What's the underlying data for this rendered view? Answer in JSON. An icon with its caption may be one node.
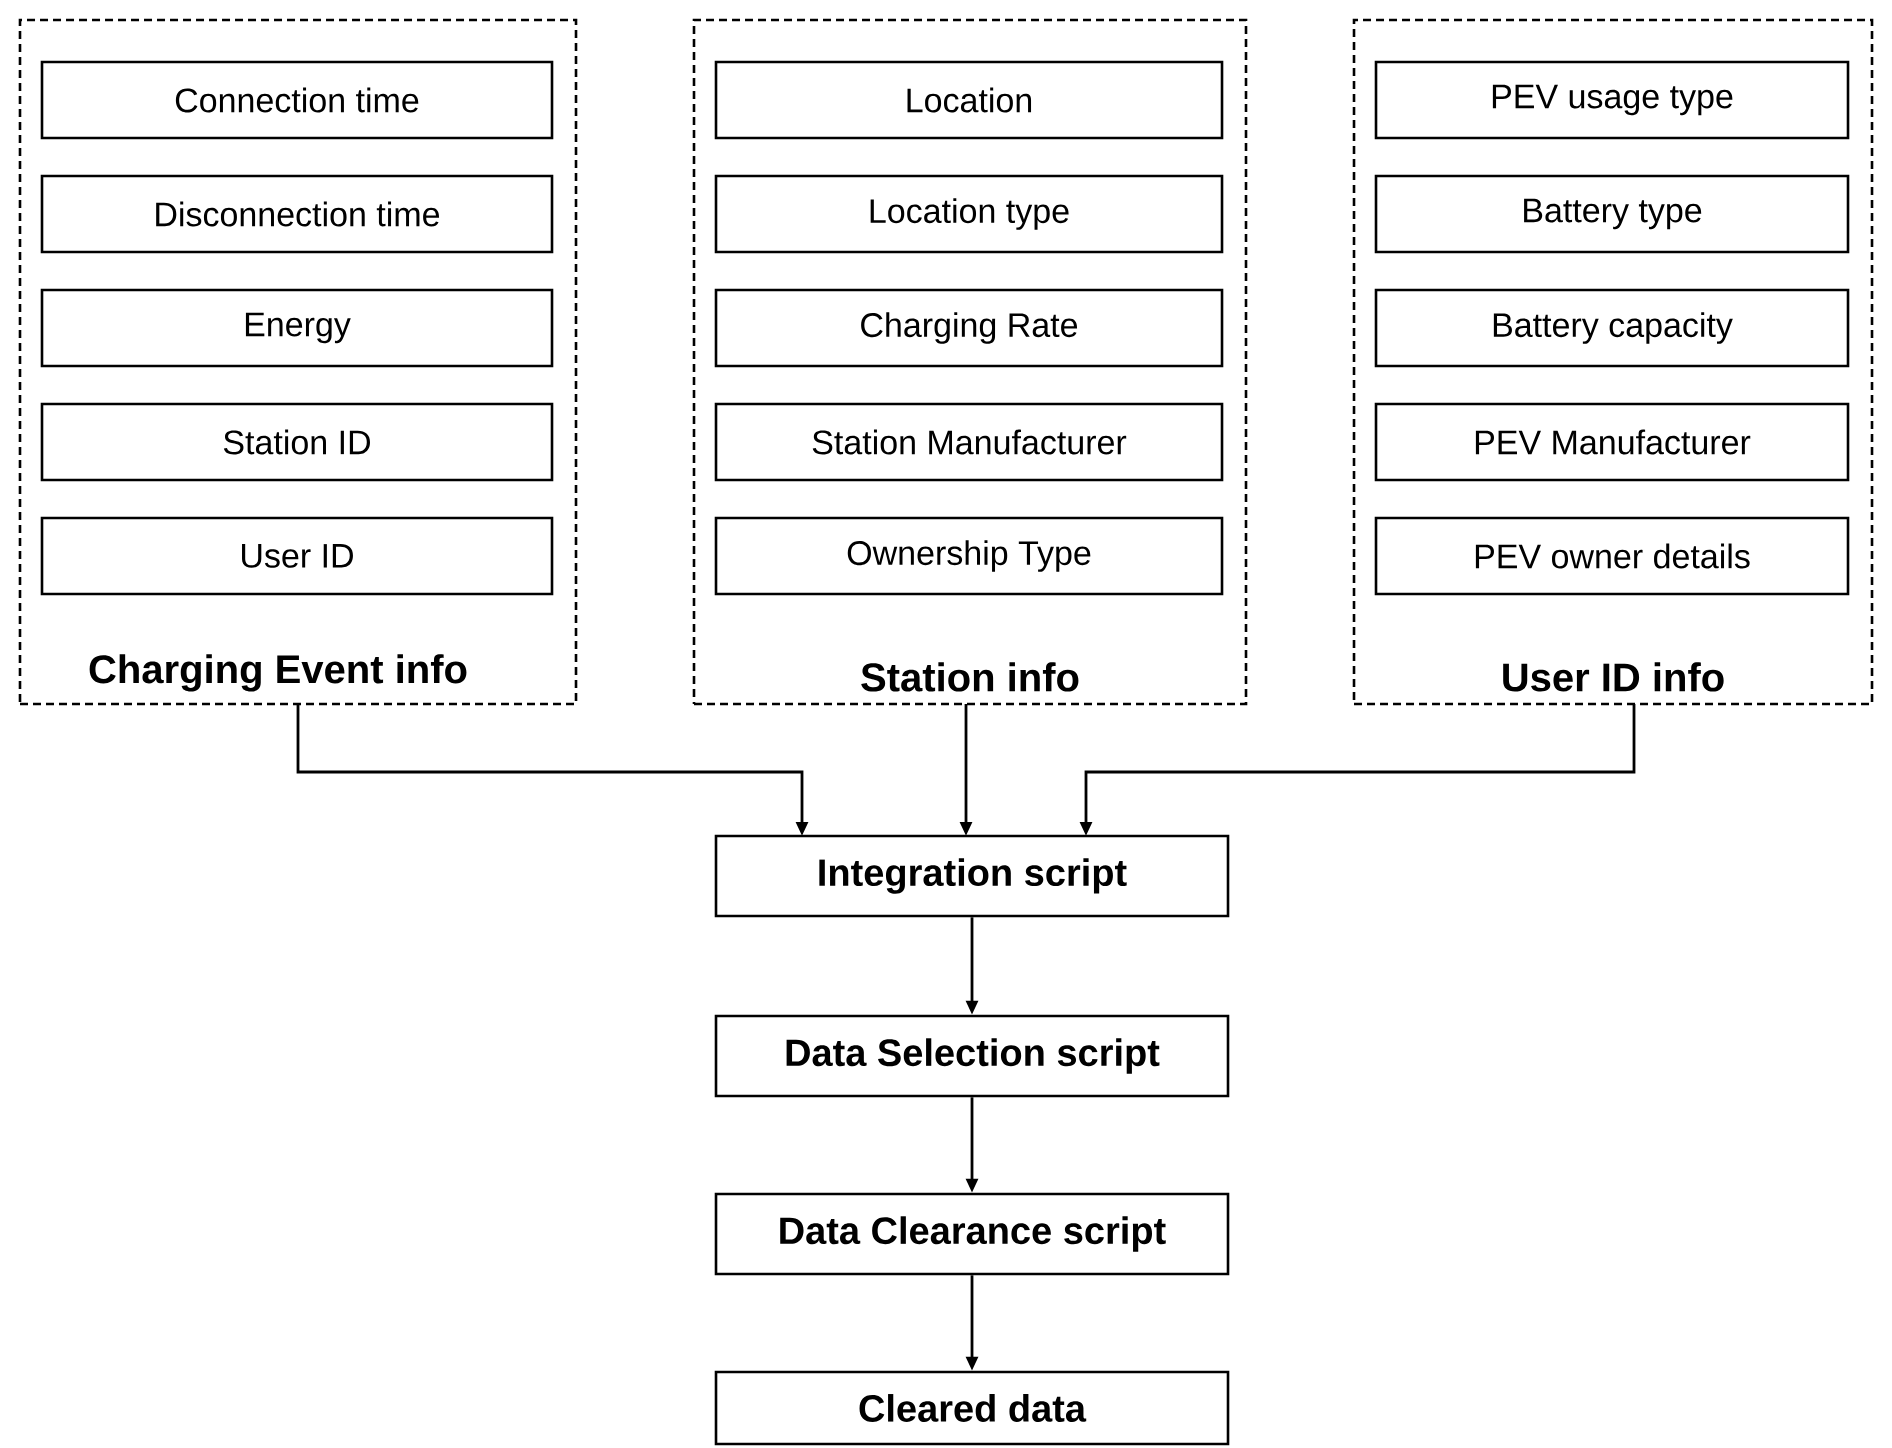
{
  "diagram": {
    "nodes": [
      {
        "text": [
          "Charging Event info"
        ]
      },
      {
        "text": [
          "Connection time"
        ],
        "in": 0
      },
      {
        "text": [
          "Disconnection time"
        ],
        "in": 0
      },
      {
        "text": [
          "Energy"
        ],
        "in": 0
      },
      {
        "text": [
          "Station ID"
        ],
        "in": 0
      },
      {
        "text": [
          "User ID"
        ],
        "in": 0
      },
      {
        "text": [
          "Station info"
        ]
      },
      {
        "text": [
          "Location"
        ],
        "in": 6
      },
      {
        "text": [
          "Location type"
        ],
        "in": 6
      },
      {
        "text": [
          "Charging Rate"
        ],
        "in": 6
      },
      {
        "text": [
          "Station Manufacturer"
        ],
        "in": 6
      },
      {
        "text": [
          "Ownership Type"
        ],
        "in": 6
      },
      {
        "text": [
          "User ID info"
        ]
      },
      {
        "text": [
          "PEV usage type"
        ],
        "in": 12
      },
      {
        "text": [
          "Battery type"
        ],
        "in": 12
      },
      {
        "text": [
          "Battery capacity"
        ],
        "in": 12
      },
      {
        "text": [
          "PEV Manufacturer"
        ],
        "in": 12
      },
      {
        "text": [
          "PEV owner details"
        ],
        "in": 12
      },
      {
        "text": [
          "Integration script"
        ]
      },
      {
        "text": [
          "Data Selection script"
        ]
      },
      {
        "text": [
          "Data Clearance script"
        ]
      },
      {
        "text": [
          "Cleared data"
        ]
      }
    ],
    "edges": [
      {
        "from": 0,
        "to": 18,
        "arrow": "to"
      },
      {
        "from": 6,
        "to": 18,
        "arrow": "to"
      },
      {
        "from": 12,
        "to": 18,
        "arrow": "to"
      },
      {
        "from": 18,
        "to": 19,
        "arrow": "to"
      },
      {
        "from": 19,
        "to": 20,
        "arrow": "to"
      },
      {
        "from": 20,
        "to": 21,
        "arrow": "to"
      }
    ]
  }
}
